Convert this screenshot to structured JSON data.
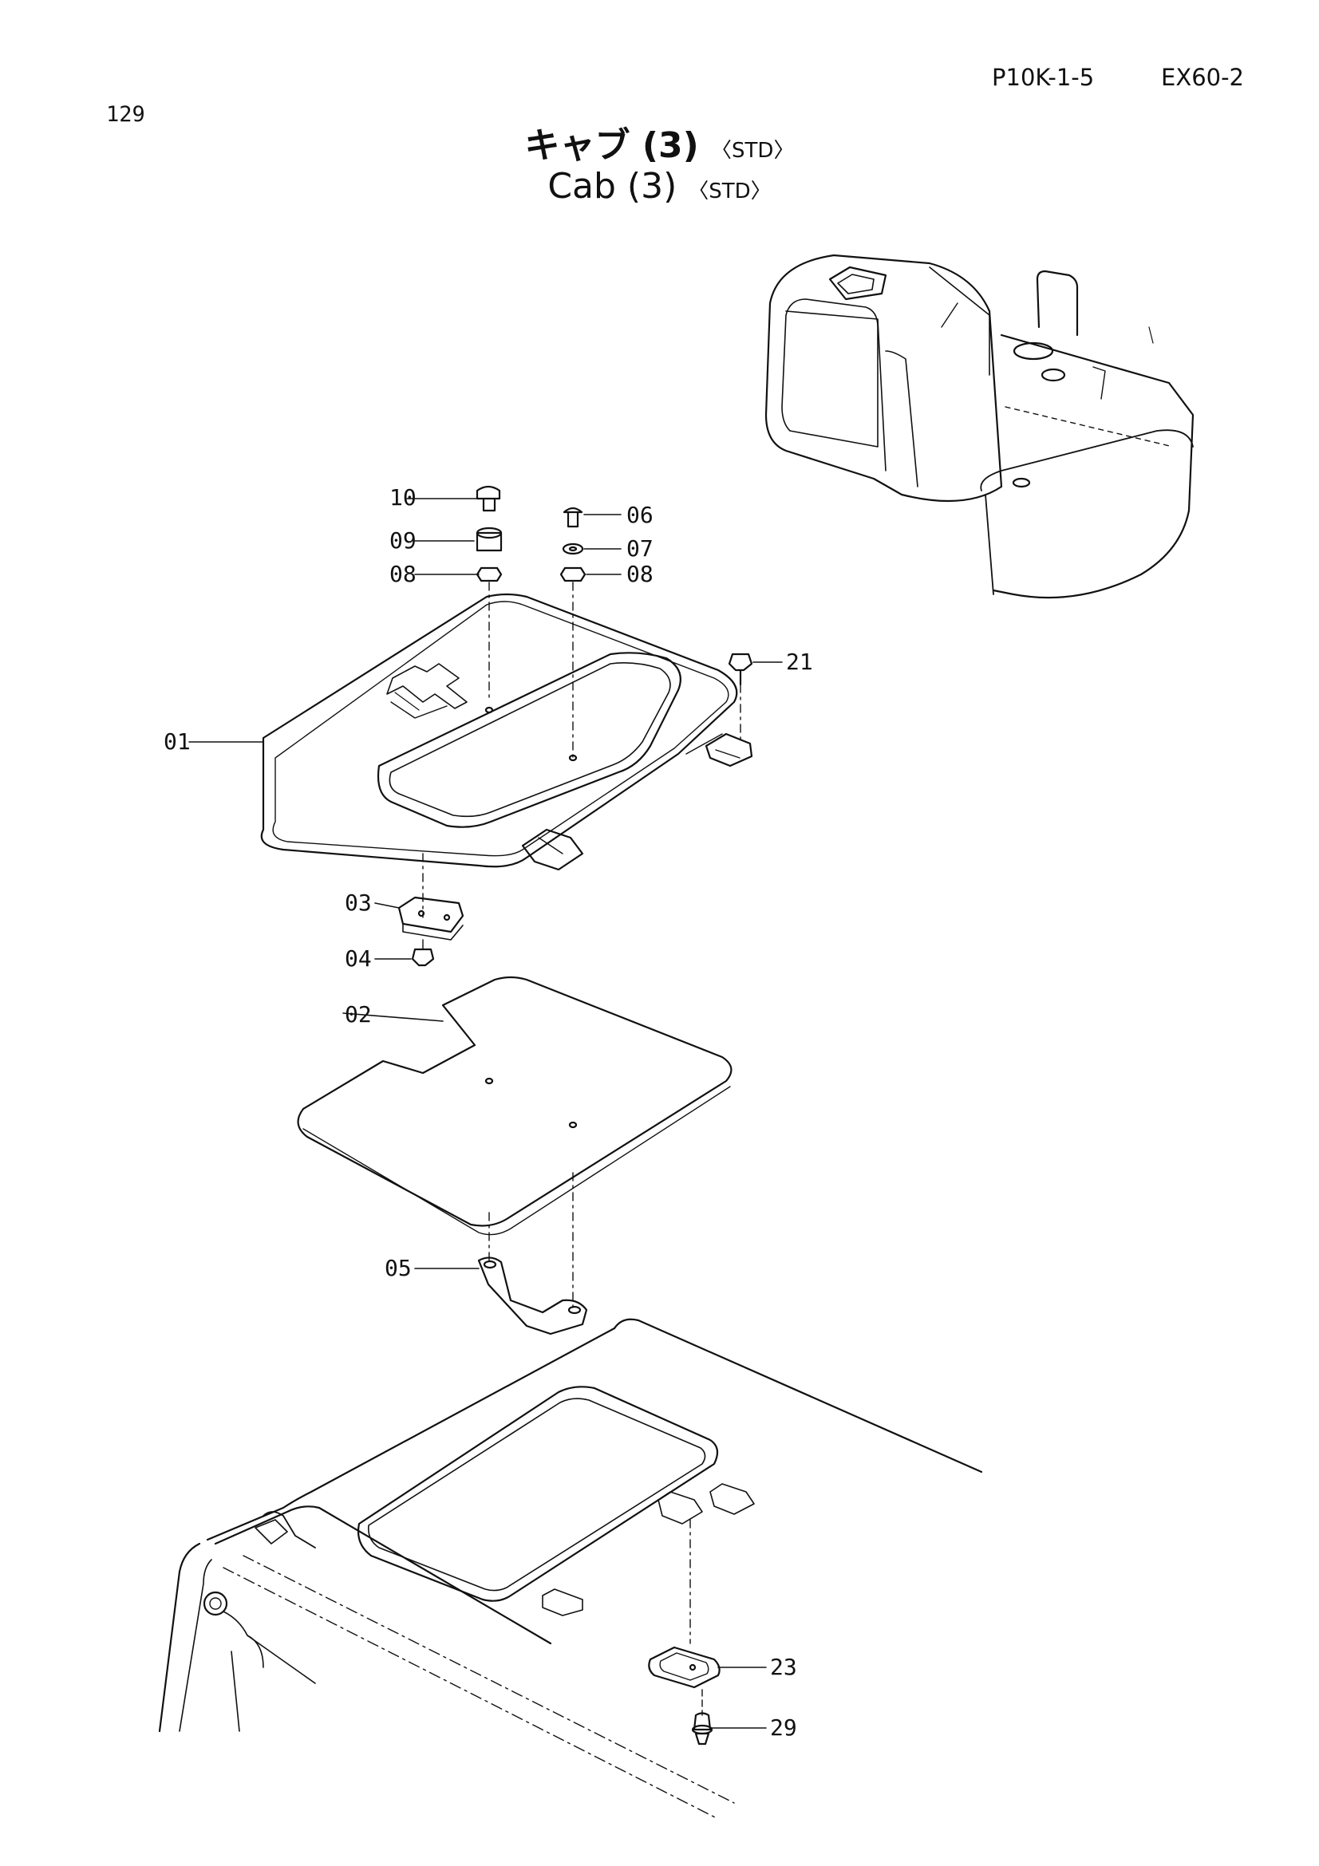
{
  "page_number": "129",
  "catalog_code": "P10K-1-5",
  "model": "EX60-2",
  "title": {
    "ja": "キャブ (3)",
    "en": "Cab (3)",
    "variant": "〈STD〉"
  },
  "callouts": [
    "01",
    "02",
    "03",
    "04",
    "05",
    "06",
    "07",
    "08",
    "08",
    "09",
    "10",
    "21",
    "23",
    "29"
  ]
}
